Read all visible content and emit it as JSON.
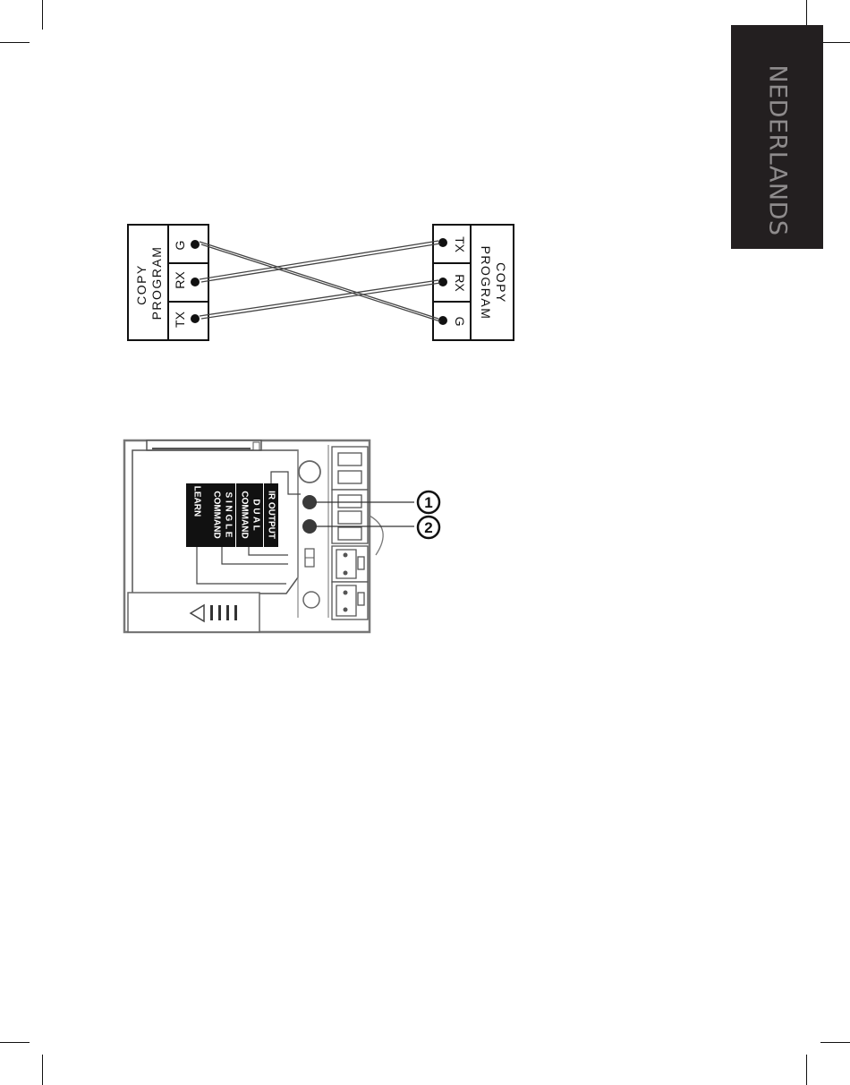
{
  "language_tab": {
    "label": "NEDERLANDS",
    "background": "#231f20",
    "text_color": "#8e8b8c"
  },
  "wiring_diagram": {
    "left_unit": {
      "title_line1": "COPY",
      "title_line2": "PROGRAM",
      "pins": [
        "G",
        "RX",
        "TX"
      ]
    },
    "right_unit": {
      "title_line1": "COPY",
      "title_line2": "PROGRAM",
      "pins": [
        "TX",
        "RX",
        "G"
      ]
    }
  },
  "receiver_diagram": {
    "labels": {
      "ir_output": "IR OUTPUT",
      "dual_line1": "D  U  A  L",
      "dual_line2": "COMMAND",
      "single_line1": "S I N G L E",
      "single_line2": "COMMAND",
      "learn": "LEARN"
    },
    "callouts": [
      "1",
      "2"
    ]
  }
}
